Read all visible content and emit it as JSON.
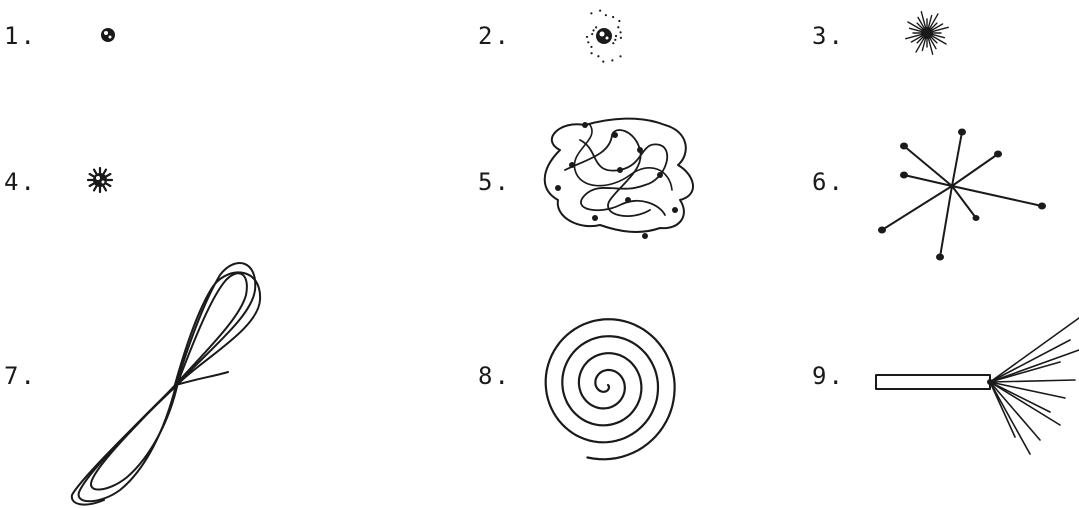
{
  "figures": [
    {
      "label": "1.",
      "depicts": "small-blob"
    },
    {
      "label": "2.",
      "depicts": "blob-with-dots"
    },
    {
      "label": "3.",
      "depicts": "starburst"
    },
    {
      "label": "4.",
      "depicts": "spiky-blob"
    },
    {
      "label": "5.",
      "depicts": "tangled-chain"
    },
    {
      "label": "6.",
      "depicts": "star-with-knobs"
    },
    {
      "label": "7.",
      "depicts": "figure-eight-loop"
    },
    {
      "label": "8.",
      "depicts": "spiral"
    },
    {
      "label": "9.",
      "depicts": "rod-with-fibers"
    }
  ],
  "colors": {
    "ink": "#1a1a1a",
    "background": "#ffffff"
  }
}
